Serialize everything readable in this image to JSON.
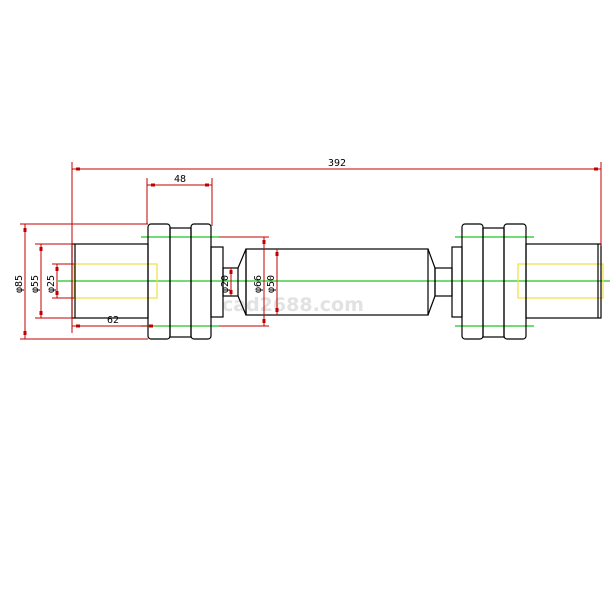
{
  "drawing": {
    "dimensions": {
      "overall_length": "392",
      "flange_width": "48",
      "shaft_end_length": "62",
      "d_flange": "φ85",
      "d_shaft_end": "φ55",
      "d_bore": "φ25",
      "d_neck": "φ20",
      "d_bearing_line": "φ66",
      "d_main_shaft": "φ50"
    },
    "watermark": "cad2688.com",
    "colors": {
      "outline": "#000000",
      "dimension": "#c00000",
      "centerline": "#22c322",
      "hidden": "#f0e040"
    }
  }
}
